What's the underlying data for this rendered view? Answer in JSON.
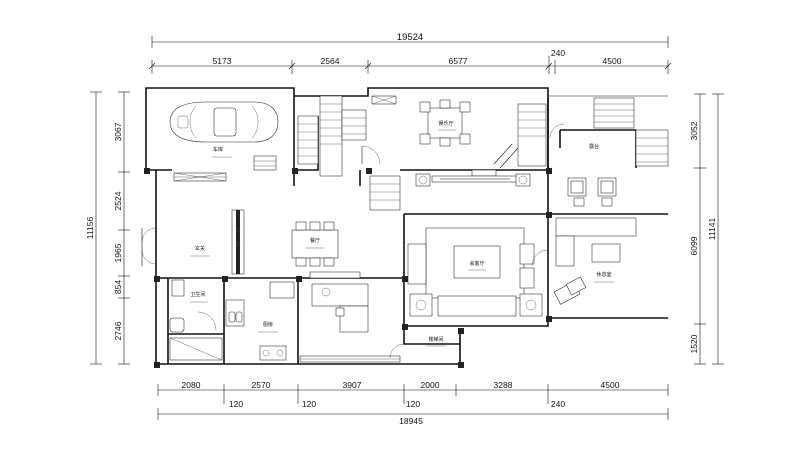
{
  "dimensions": {
    "overall_top": "19524",
    "overall_bottom": "18945",
    "top": [
      "5173",
      "2564",
      "6577",
      "4500"
    ],
    "top_note": "240",
    "bottom": [
      "2080",
      "2570",
      "3907",
      "2000",
      "3288",
      "4500"
    ],
    "bottom_notes": [
      "120",
      "120",
      "120",
      "240"
    ],
    "left": [
      "3067",
      "2524",
      "1965",
      "854",
      "2746"
    ],
    "left_overall": "11156",
    "right": [
      "3052",
      "6099",
      "1520"
    ],
    "right_overall": "11141"
  },
  "rooms": {
    "garage": "车库",
    "entertainment": "娱乐厅",
    "terrace": "露台",
    "foyer": "玄关",
    "dining": "餐厅",
    "bathroom": "卫生间",
    "kitchen": "厨房",
    "living": "会客厅",
    "lounge": "休息室",
    "stair_room": "楼梯间"
  }
}
